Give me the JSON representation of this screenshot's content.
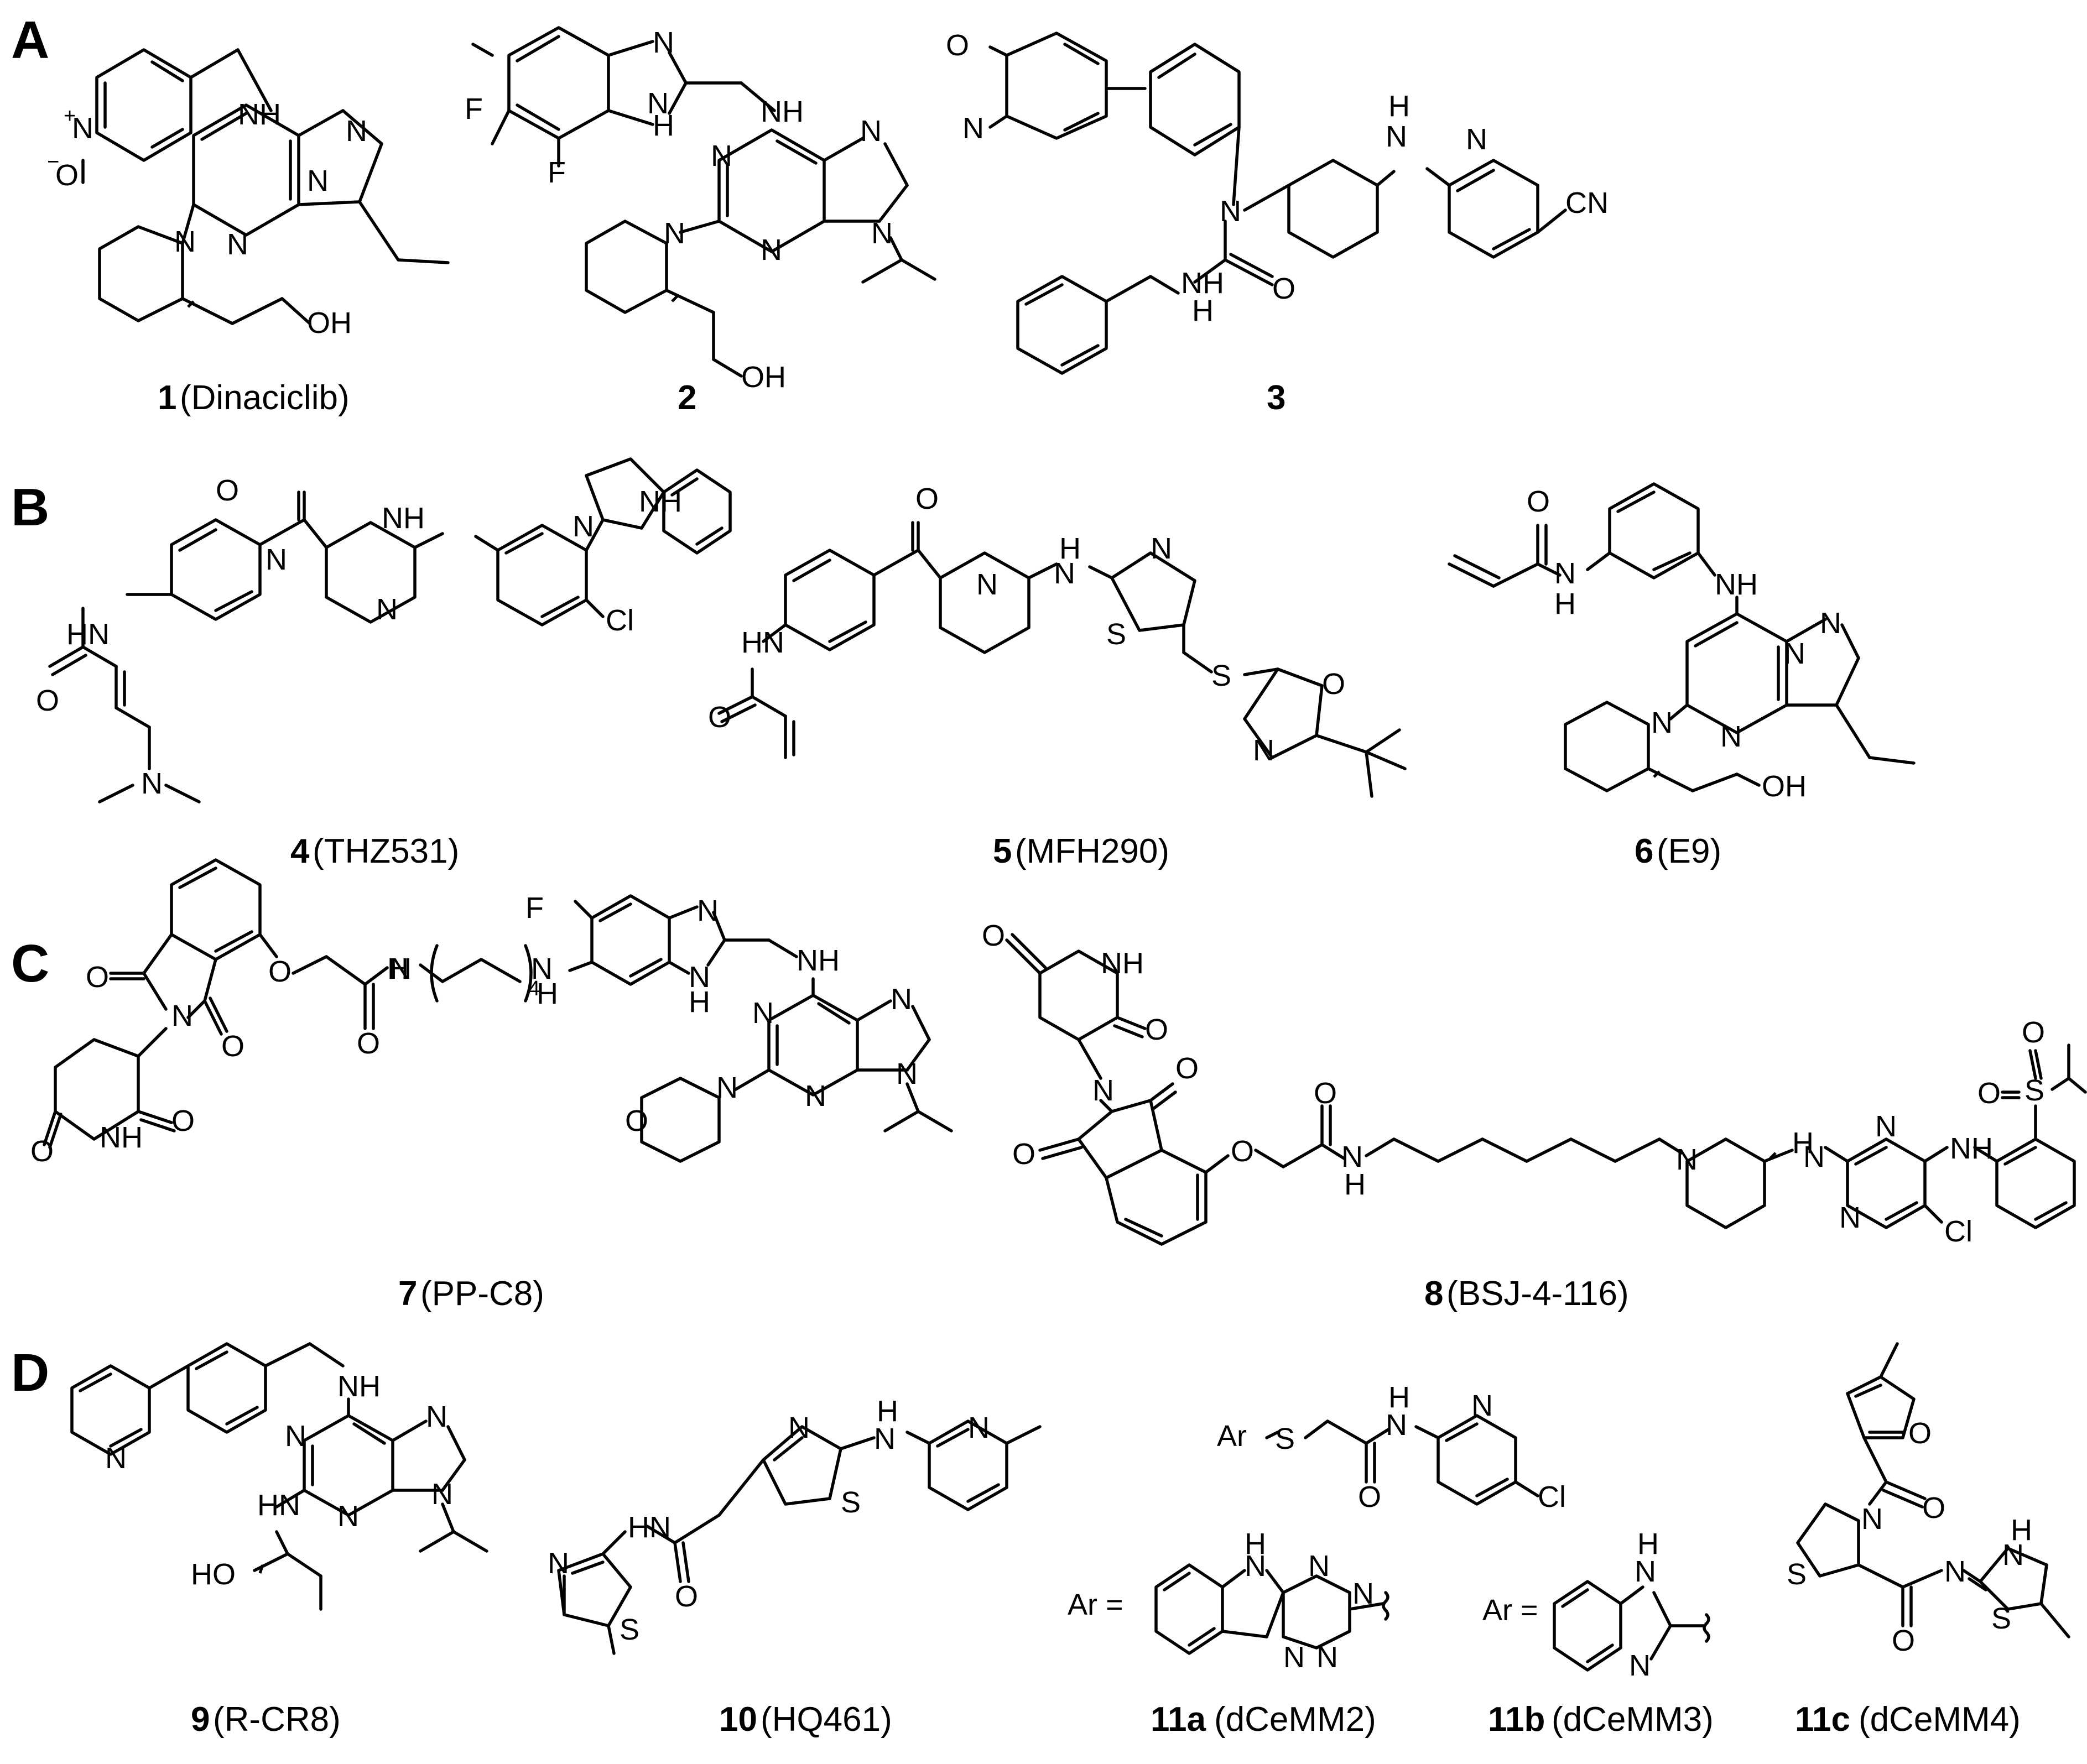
{
  "figure": {
    "panels": [
      {
        "letter": "A"
      },
      {
        "letter": "B"
      },
      {
        "letter": "C"
      },
      {
        "letter": "D"
      }
    ],
    "compounds": [
      {
        "number": "1",
        "name": "(Dinaciclib)"
      },
      {
        "number": "2",
        "name": ""
      },
      {
        "number": "3",
        "name": ""
      },
      {
        "number": "4",
        "name": "(THZ531)"
      },
      {
        "number": "5",
        "name": "(MFH290)"
      },
      {
        "number": "6",
        "name": "(E9)"
      },
      {
        "number": "7",
        "name": "(PP-C8)"
      },
      {
        "number": "8",
        "name": "(BSJ-4-116)"
      },
      {
        "number": "9",
        "name": "(R-CR8)"
      },
      {
        "number": "10",
        "name": "(HQ461)"
      },
      {
        "number": "11a",
        "name": "(dCeMM2)"
      },
      {
        "number": "11b",
        "name": "(dCeMM3)"
      },
      {
        "number": "11c",
        "name": "(dCeMM4)"
      }
    ],
    "labels": {
      "N": "N",
      "NH": "NH",
      "H": "H",
      "O": "O",
      "OH": "OH",
      "F": "F",
      "Cl": "Cl",
      "S": "S",
      "CN": "CN",
      "HN": "HN",
      "HO": "HO",
      "N_plus": "N",
      "plus": "+",
      "O_minus": "O",
      "minus": "−",
      "subscript_4": "4",
      "Ar_eq": "Ar =",
      "Ar_S": "Ar"
    }
  }
}
